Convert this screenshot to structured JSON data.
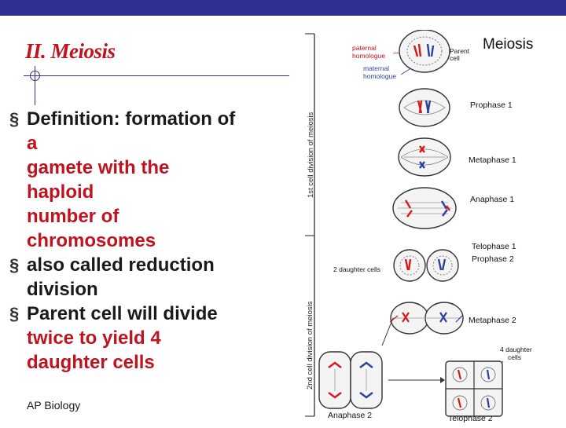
{
  "slide": {
    "title": "II. Meiosis",
    "bullets": [
      {
        "lead": "Definition: formation of",
        "body": [
          "a",
          "gamete with the",
          "haploid",
          "number of",
          "chromosomes"
        ]
      },
      {
        "lead": "also called reduction",
        "body": [
          "division"
        ]
      },
      {
        "lead": "Parent cell will divide",
        "body": [
          "twice to yield 4",
          "daughter cells"
        ]
      }
    ],
    "footer": "AP Biology",
    "bullet_glyph": "§"
  },
  "figure": {
    "heading": "Meiosis",
    "labels": {
      "paternal": "paternal",
      "homologue1": "homologue",
      "maternal": "maternal",
      "homologue2": "homologue",
      "parent": "Parent",
      "cell": "cell",
      "first_division": "1st cell division of meiosis",
      "second_division": "2nd cell division of meiosis",
      "prophase1": "Prophase 1",
      "metaphase1": "Metaphase 1",
      "anaphase1": "Anaphase 1",
      "telophase1": "Telophase 1",
      "prophase2": "Prophase 2",
      "two_daughter": "2 daughter cells",
      "metaphase2": "Metaphase 2",
      "four_daughter": "4 daughter",
      "cells": "cells",
      "anaphase2": "Anaphase 2",
      "telophase2": "Telophase 2"
    },
    "colors": {
      "red": "#d7191c",
      "blue": "#2c3f9f",
      "label_red": "#c1121f"
    }
  }
}
